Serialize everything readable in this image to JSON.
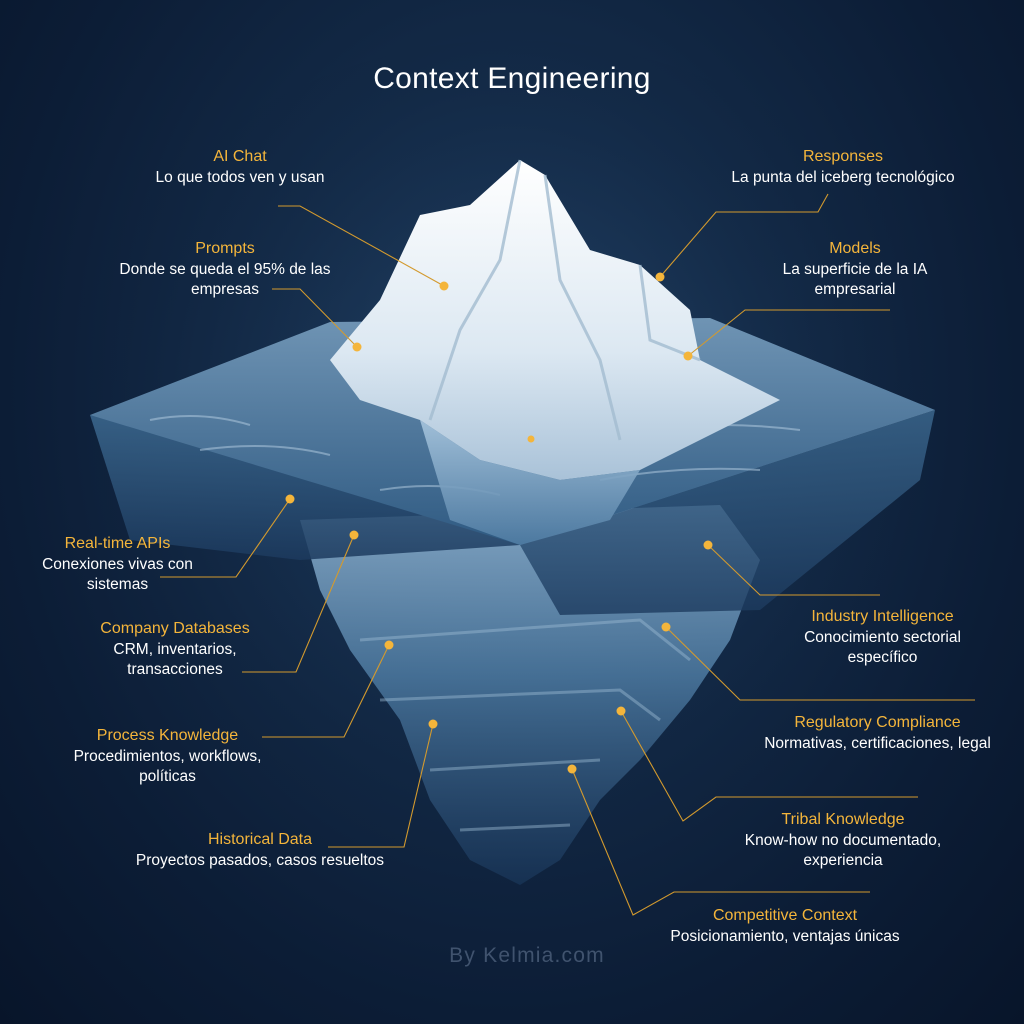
{
  "title": "Context Engineering",
  "footer": "By Kelmia.com",
  "accent_color": "#f4b53b",
  "labels": [
    {
      "head": "AI Chat",
      "desc": "Lo que todos ven y usan",
      "zone": "surface"
    },
    {
      "head": "Responses",
      "desc": "La punta del iceberg tecnológico",
      "zone": "surface"
    },
    {
      "head": "Prompts",
      "desc": "Donde se queda el 95% de las empresas",
      "zone": "surface"
    },
    {
      "head": "Models",
      "desc": "La superficie de la IA empresarial",
      "zone": "surface"
    },
    {
      "head": "Real-time APIs",
      "desc": "Conexiones vivas con sistemas",
      "zone": "underwater"
    },
    {
      "head": "Industry Intelligence",
      "desc": "Conocimiento sectorial específico",
      "zone": "underwater"
    },
    {
      "head": "Company Databases",
      "desc": "CRM, inventarios, transacciones",
      "zone": "underwater"
    },
    {
      "head": "Regulatory Compliance",
      "desc": "Normativas, certificaciones, legal",
      "zone": "underwater"
    },
    {
      "head": "Process Knowledge",
      "desc": "Procedimientos, workflows, políticas",
      "zone": "underwater"
    },
    {
      "head": "Tribal Knowledge",
      "desc": "Know-how no documentado, experiencia",
      "zone": "underwater"
    },
    {
      "head": "Historical Data",
      "desc": "Proyectos pasados, casos resueltos",
      "zone": "underwater"
    },
    {
      "head": "Competitive Context",
      "desc": "Posicionamiento, ventajas únicas",
      "zone": "underwater"
    }
  ]
}
